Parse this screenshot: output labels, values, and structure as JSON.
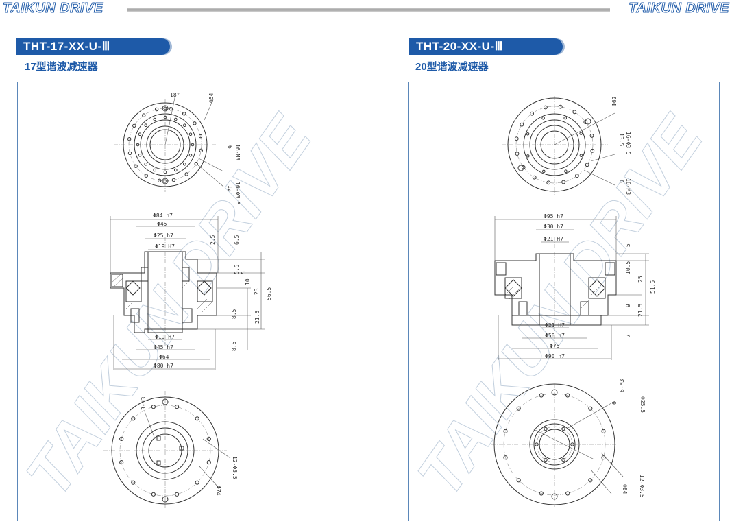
{
  "header": {
    "brand_left": "TAIKUN DRIVE",
    "brand_right": "TAIKUN DRIVE"
  },
  "left": {
    "model": "THT-17-XX-U-Ⅲ",
    "title": "17型谐波减速器",
    "top_view": {
      "angle": "18°",
      "dia": "Φ54",
      "thread": "16-M3",
      "thread_depth": "6",
      "holes": "16-Φ3.5",
      "holes_depth": "12"
    },
    "side_view": {
      "top_dims": [
        "Φ84 h7",
        "Φ45",
        "Φ25 h7",
        "Φ19 H7"
      ],
      "right_dims": [
        "2.5",
        "6.5",
        "5.5",
        "5",
        "10",
        "23",
        "56.5",
        "8.5",
        "21.5",
        "8.5"
      ],
      "bottom_dims": [
        "Φ19 H7",
        "Φ45 h7",
        "Φ64",
        "Φ80 h7"
      ]
    },
    "bottom_view": {
      "thread": "3-M3",
      "holes": "12-Φ3.5",
      "dia": "Φ74"
    }
  },
  "right": {
    "model": "THT-20-XX-U-Ⅲ",
    "title": "20型谐波减速器",
    "top_view": {
      "dia": "Φ62",
      "holes": "16-Φ3.5",
      "holes_depth": "13.5",
      "thread": "16-M3",
      "thread_depth": "6"
    },
    "side_view": {
      "top_dims": [
        "Φ95 h7",
        "Φ30 h7",
        "Φ21 H7"
      ],
      "right_dims": [
        "5",
        "10.5",
        "25",
        "51.5",
        "9",
        "21.5",
        "7"
      ],
      "bottom_dims": [
        "Φ21 H7",
        "Φ50 h7",
        "Φ75",
        "Φ90 h7"
      ]
    },
    "bottom_view": {
      "thread": "6-M3",
      "thread_depth": "6",
      "inner_dia": "Φ25.5",
      "holes": "12-Φ3.5",
      "dia": "Φ84"
    }
  },
  "watermark": "TAIKUN DRIVE"
}
